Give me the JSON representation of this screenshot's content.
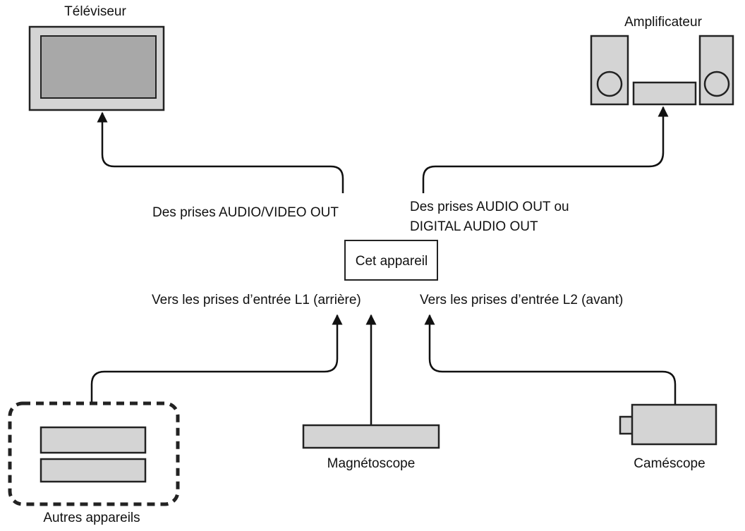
{
  "devices": {
    "tv": "Téléviseur",
    "amplifier": "Amplificateur",
    "this_unit": "Cet appareil",
    "vcr": "Magnétoscope",
    "camcorder": "Caméscope",
    "other": "Autres appareils"
  },
  "connections": {
    "av_out": "Des prises AUDIO/VIDEO OUT",
    "audio_out_line1": "Des prises AUDIO OUT ou",
    "audio_out_line2": "DIGITAL AUDIO OUT",
    "input_l1": "Vers les prises d’entrée L1 (arrière)",
    "input_l2": "Vers les prises d’entrée L2 (avant)"
  },
  "icons": {
    "tv": "television-icon",
    "amplifier": "speaker-system-icon",
    "vcr": "vcr-icon",
    "camcorder": "camcorder-icon",
    "other": "stacked-devices-icon"
  }
}
